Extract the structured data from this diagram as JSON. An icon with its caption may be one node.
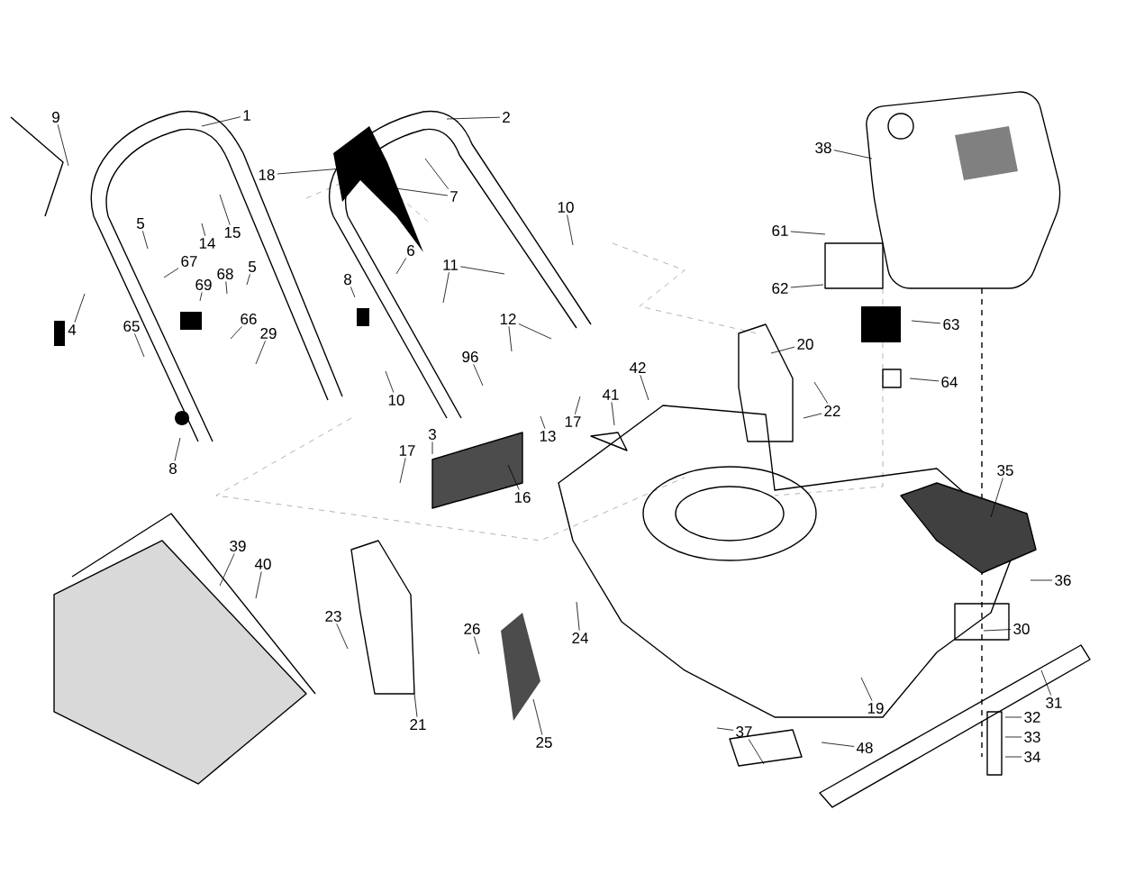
{
  "diagram": {
    "nodes": [
      {
        "text": [
          "9"
        ]
      },
      {
        "text": [
          "1"
        ]
      },
      {
        "text": [
          "2"
        ]
      },
      {
        "text": [
          "38"
        ]
      },
      {
        "text": [
          "18"
        ]
      },
      {
        "text": [
          "7"
        ]
      },
      {
        "text": [
          "10"
        ]
      },
      {
        "text": [
          "5"
        ]
      },
      {
        "text": [
          "61"
        ]
      },
      {
        "text": [
          "15"
        ]
      },
      {
        "text": [
          "14"
        ]
      },
      {
        "text": [
          "6"
        ]
      },
      {
        "text": [
          "67"
        ]
      },
      {
        "text": [
          "11"
        ]
      },
      {
        "text": [
          "5"
        ]
      },
      {
        "text": [
          "68"
        ]
      },
      {
        "text": [
          "8"
        ]
      },
      {
        "text": [
          "69"
        ]
      },
      {
        "text": [
          "62"
        ]
      },
      {
        "text": [
          "66"
        ]
      },
      {
        "text": [
          "12"
        ]
      },
      {
        "text": [
          "63"
        ]
      },
      {
        "text": [
          "65"
        ]
      },
      {
        "text": [
          "4"
        ]
      },
      {
        "text": [
          "29"
        ]
      },
      {
        "text": [
          "20"
        ]
      },
      {
        "text": [
          "96"
        ]
      },
      {
        "text": [
          "42"
        ]
      },
      {
        "text": [
          "64"
        ]
      },
      {
        "text": [
          "41"
        ]
      },
      {
        "text": [
          "10"
        ]
      },
      {
        "text": [
          "22"
        ]
      },
      {
        "text": [
          "17"
        ]
      },
      {
        "text": [
          "3"
        ]
      },
      {
        "text": [
          "13"
        ]
      },
      {
        "text": [
          "17"
        ]
      },
      {
        "text": [
          "8"
        ]
      },
      {
        "text": [
          "35"
        ]
      },
      {
        "text": [
          "16"
        ]
      },
      {
        "text": [
          "39"
        ]
      },
      {
        "text": [
          "40"
        ]
      },
      {
        "text": [
          "36"
        ]
      },
      {
        "text": [
          "23"
        ]
      },
      {
        "text": [
          "30"
        ]
      },
      {
        "text": [
          "26"
        ]
      },
      {
        "text": [
          "24"
        ]
      },
      {
        "text": [
          "31"
        ]
      },
      {
        "text": [
          "19"
        ]
      },
      {
        "text": [
          "32"
        ]
      },
      {
        "text": [
          "21"
        ]
      },
      {
        "text": [
          "37"
        ]
      },
      {
        "text": [
          "33"
        ]
      },
      {
        "text": [
          "25"
        ]
      },
      {
        "text": [
          "48"
        ]
      },
      {
        "text": [
          "34"
        ]
      }
    ],
    "edges": [
      {
        "from": 0,
        "to": null,
        "arrow": "none"
      },
      {
        "from": 1,
        "to": null,
        "arrow": "none"
      },
      {
        "from": 2,
        "to": null,
        "arrow": "none"
      },
      {
        "from": 3,
        "to": null,
        "arrow": "none"
      },
      {
        "from": 4,
        "to": null,
        "arrow": "none"
      },
      {
        "from": 5,
        "to": null,
        "arrow": "none"
      },
      {
        "from": 6,
        "to": null,
        "arrow": "none"
      },
      {
        "from": 7,
        "to": null,
        "arrow": "none"
      },
      {
        "from": 8,
        "to": null,
        "arrow": "none"
      },
      {
        "from": 9,
        "to": null,
        "arrow": "none"
      },
      {
        "from": 10,
        "to": null,
        "arrow": "none"
      },
      {
        "from": 11,
        "to": null,
        "arrow": "none"
      },
      {
        "from": 12,
        "to": null,
        "arrow": "none"
      },
      {
        "from": 13,
        "to": null,
        "arrow": "none"
      },
      {
        "from": 14,
        "to": null,
        "arrow": "none"
      },
      {
        "from": 15,
        "to": null,
        "arrow": "none"
      },
      {
        "from": 16,
        "to": null,
        "arrow": "none"
      },
      {
        "from": 17,
        "to": null,
        "arrow": "none"
      },
      {
        "from": 18,
        "to": null,
        "arrow": "none"
      },
      {
        "from": 19,
        "to": null,
        "arrow": "none"
      },
      {
        "from": 20,
        "to": null,
        "arrow": "none"
      },
      {
        "from": 21,
        "to": null,
        "arrow": "none"
      },
      {
        "from": 22,
        "to": null,
        "arrow": "none"
      },
      {
        "from": 23,
        "to": null,
        "arrow": "none"
      },
      {
        "from": 24,
        "to": null,
        "arrow": "none"
      },
      {
        "from": 25,
        "to": null,
        "arrow": "none"
      },
      {
        "from": 26,
        "to": null,
        "arrow": "none"
      },
      {
        "from": 27,
        "to": null,
        "arrow": "none"
      },
      {
        "from": 28,
        "to": null,
        "arrow": "none"
      },
      {
        "from": 29,
        "to": null,
        "arrow": "none"
      },
      {
        "from": 30,
        "to": null,
        "arrow": "none"
      },
      {
        "from": 31,
        "to": null,
        "arrow": "none"
      },
      {
        "from": 32,
        "to": null,
        "arrow": "none"
      },
      {
        "from": 33,
        "to": null,
        "arrow": "none"
      },
      {
        "from": 34,
        "to": null,
        "arrow": "none"
      },
      {
        "from": 35,
        "to": null,
        "arrow": "none"
      },
      {
        "from": 36,
        "to": null,
        "arrow": "none"
      },
      {
        "from": 37,
        "to": null,
        "arrow": "none"
      },
      {
        "from": 38,
        "to": null,
        "arrow": "none"
      },
      {
        "from": 39,
        "to": null,
        "arrow": "none"
      },
      {
        "from": 40,
        "to": null,
        "arrow": "none"
      },
      {
        "from": 41,
        "to": null,
        "arrow": "none"
      },
      {
        "from": 42,
        "to": null,
        "arrow": "none"
      },
      {
        "from": 43,
        "to": null,
        "arrow": "none"
      },
      {
        "from": 44,
        "to": null,
        "arrow": "none"
      },
      {
        "from": 45,
        "to": null,
        "arrow": "none"
      },
      {
        "from": 46,
        "to": null,
        "arrow": "none"
      },
      {
        "from": 47,
        "to": null,
        "arrow": "none"
      },
      {
        "from": 48,
        "to": null,
        "arrow": "none"
      },
      {
        "from": 49,
        "to": null,
        "arrow": "none"
      },
      {
        "from": 50,
        "to": null,
        "arrow": "none"
      },
      {
        "from": 51,
        "to": null,
        "arrow": "none"
      },
      {
        "from": 52,
        "to": null,
        "arrow": "none"
      },
      {
        "from": 53,
        "to": null,
        "arrow": "none"
      },
      {
        "from": 54,
        "to": null,
        "arrow": "none"
      },
      {
        "from": 5,
        "to": null,
        "arrow": "none"
      },
      {
        "from": 13,
        "to": null,
        "arrow": "none"
      },
      {
        "from": 20,
        "to": null,
        "arrow": "none"
      },
      {
        "from": 31,
        "to": null,
        "arrow": "none"
      },
      {
        "from": 50,
        "to": null,
        "arrow": "none"
      }
    ]
  }
}
